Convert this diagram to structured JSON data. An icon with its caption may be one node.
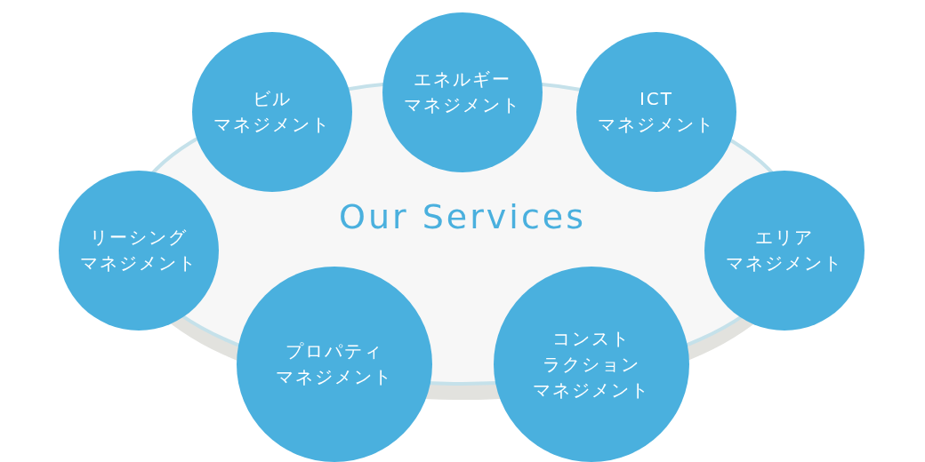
{
  "diagram": {
    "nodes": [
      {
        "text": [
          "Our Services"
        ]
      },
      {
        "text": [
          "ビルマネジメント"
        ]
      },
      {
        "text": [
          "エネルギーマネジメント"
        ]
      },
      {
        "text": [
          "ICTマネジメント"
        ]
      },
      {
        "text": [
          "リーシングマネジメント"
        ]
      },
      {
        "text": [
          "エリアマネジメント"
        ]
      },
      {
        "text": [
          "プロパティマネジメント"
        ]
      },
      {
        "text": [
          "コンストラクションマネジメント"
        ]
      }
    ]
  }
}
